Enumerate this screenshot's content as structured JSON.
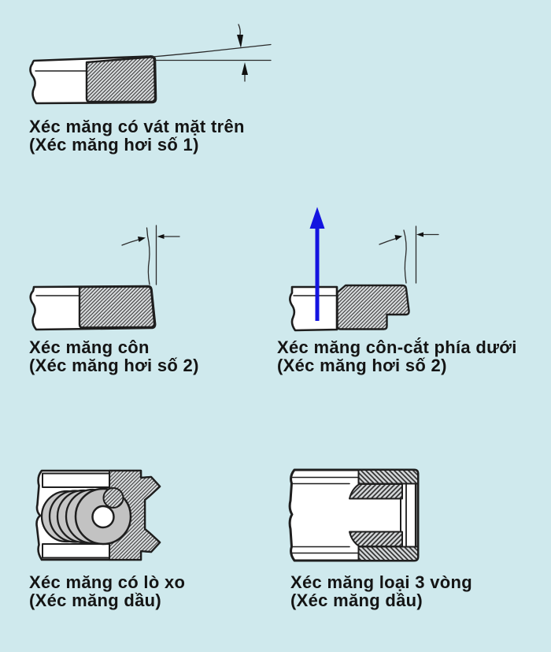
{
  "colors": {
    "background": "#cfe9ed",
    "outline": "#1e1e1e",
    "arrow_blue": "#1414e0",
    "hatch_fill": "#dbdee0",
    "spring_gray": "#c6c6c6"
  },
  "figures": [
    {
      "id": "bevel-top-ring",
      "caption_line1": "Xéc măng có vát mặt trên",
      "caption_line2": "(Xéc măng hơi số 1)"
    },
    {
      "id": "taper-ring",
      "caption_line1": "Xéc măng côn",
      "caption_line2": "(Xéc măng hơi số 2)"
    },
    {
      "id": "taper-undercut-ring",
      "caption_line1": "Xéc măng côn-cắt phía dưới",
      "caption_line2": "(Xéc măng hơi số 2)"
    },
    {
      "id": "spring-loaded-oil-ring",
      "caption_line1": "Xéc măng có lò xo",
      "caption_line2": "(Xéc măng dầu)"
    },
    {
      "id": "three-piece-oil-ring",
      "caption_line1": "Xéc măng loại 3 vòng",
      "caption_line2": "(Xéc măng dầu)"
    }
  ]
}
